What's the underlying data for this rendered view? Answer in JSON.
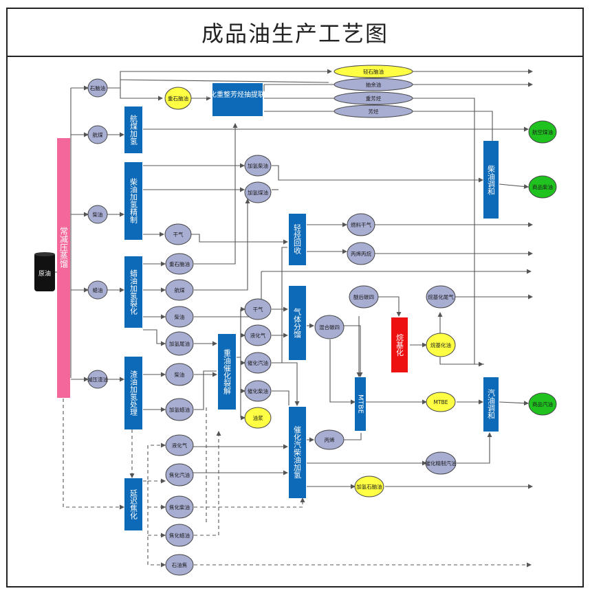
{
  "title": "成品油生产工艺图",
  "colors": {
    "process_box": "#0d6ab8",
    "intermediate_node": "#a8add2",
    "highlight_node": "#ffff44",
    "product_node": "#1fc21f",
    "crude_bar": "#f3679a",
    "alkylation_box": "#ee1111",
    "line": "#555555"
  },
  "icons": {
    "crude": "oil-barrel-icon"
  },
  "process_units": {
    "crude_distillation": "常减压蒸馏",
    "jet_hydro": "航煤加氢",
    "diesel_hydro": "柴油加氢精制",
    "wax_hydro": "蜡油加氢裂化",
    "resid_hydro": "渣油加氢处理",
    "delayed_coking": "延迟焦化",
    "aromatics_complex": "催化重整芳烃抽提联合",
    "fcc": "重油催化裂解",
    "lpg_recovery": "轻烃回收",
    "gas_fractionation": "气体分馏",
    "mtbe": "MTBE",
    "alkylation": "烷基化",
    "gasoline_hydro": "催化汽柴油加氢",
    "diesel_blend": "柴油调和",
    "gasoline_blend": "汽油调和"
  },
  "nodes": {
    "crude": "原油",
    "naphtha": "石脑油",
    "heavy_naphtha": "重石脑油",
    "kerosene": "航煤",
    "diesel": "柴油",
    "wax_oil": "蜡油",
    "resid": "减压渣油",
    "lt_naphtha": "轻石脑油",
    "raffinate": "抽余油",
    "hv_aromatics": "重芳烃",
    "aromatics": "芳烃",
    "hydro_diesel": "加氢柴油",
    "hydro_kerosene": "加氢煤油",
    "dry_gas_1": "干气",
    "hc_heavy_naphtha": "重石脑油",
    "hc_kerosene": "航煤",
    "hc_diesel": "柴油",
    "hc_tail": "加氢尾油",
    "rh_diesel": "柴油",
    "rh_wax": "加氢蜡油",
    "dry_gas_2": "干气",
    "lpg": "液化气",
    "cat_gasoline": "催化汽油",
    "cat_diesel": "催化柴油",
    "slurry": "油浆",
    "fuel_gas": "燃料干气",
    "c3_c4": "丙烯丙烷",
    "mixed_c4": "混合碳四",
    "etherified_c4": "醚后碳四",
    "alk_tail": "烷基化尾气",
    "alkylate": "烷基化油",
    "mtbe_out": "MTBE",
    "propylene": "丙烯",
    "reformate_naphtha": "加氢石脑油",
    "refinery_gas": "液化气",
    "coker_gasoline": "焦化汽油",
    "coker_diesel": "焦化柴油",
    "coker_wax": "焦化蜡油",
    "coke": "石油焦",
    "refined_gasoline": "催化精制汽油",
    "jet_product": "航空煤油",
    "diesel_product": "商品柴油",
    "gasoline_product": "商品汽油"
  }
}
